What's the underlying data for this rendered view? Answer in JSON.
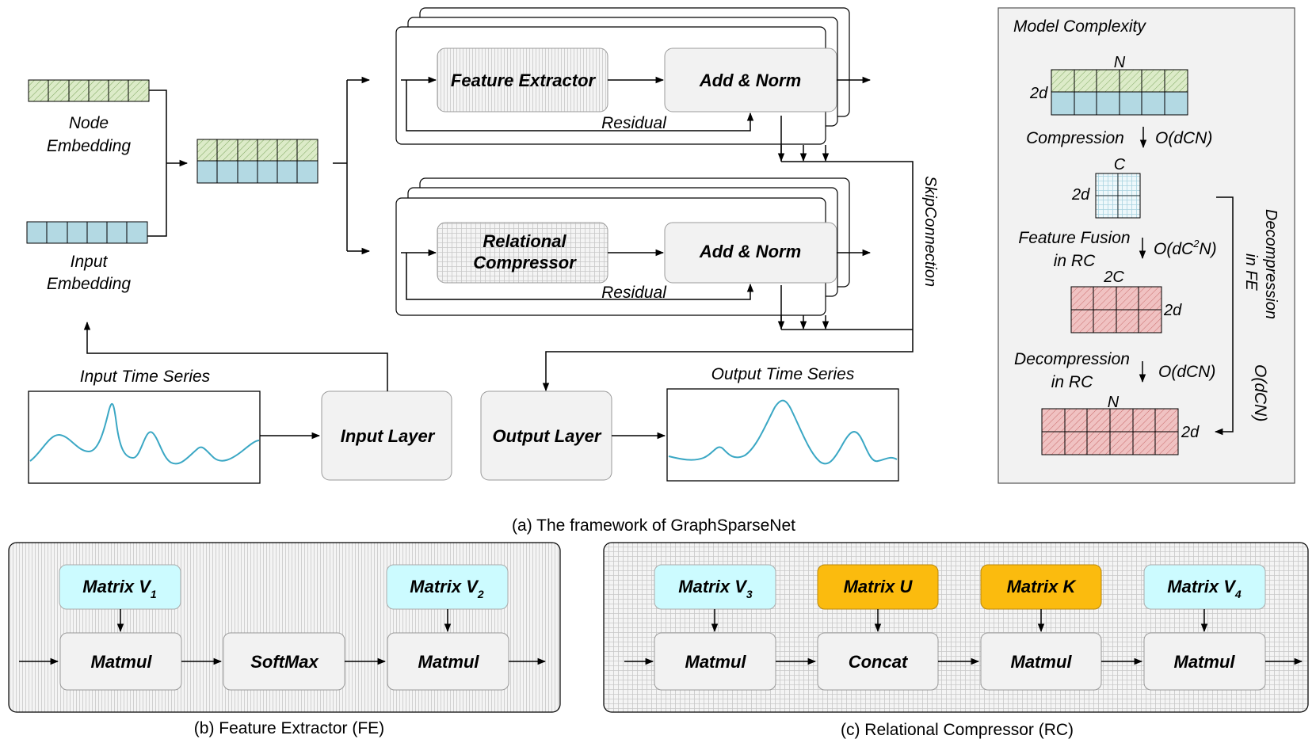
{
  "framework": {
    "node_embedding": [
      "Node",
      "Embedding"
    ],
    "input_embedding": [
      "Input",
      "Embedding"
    ],
    "feature_extractor": "Feature Extractor",
    "add_norm": "Add & Norm",
    "residual": "Residual",
    "relational_compressor": [
      "Relational",
      "Compressor"
    ],
    "skip_connection": "SkipConnection",
    "input_time_series": "Input Time Series",
    "output_time_series": "Output Time Series",
    "input_layer": "Input Layer",
    "output_layer": "Output Layer",
    "caption": "(a) The framework of GraphSparseNet"
  },
  "complexity": {
    "title": "Model Complexity",
    "n_top": "N",
    "two_d_top": "2d",
    "compression": "Compression",
    "compression_cost": "O(dCN)",
    "c_label": "C",
    "two_d_mid": "2d",
    "feature_fusion": [
      "Feature Fusion",
      "in RC"
    ],
    "feature_fusion_cost_pre": "O(dC",
    "feature_fusion_cost_sup": "2",
    "feature_fusion_cost_post": "N)",
    "two_c": "2C",
    "two_d_right": "2d",
    "decompression_rc": [
      "Decompression",
      "in RC"
    ],
    "decompression_rc_cost": "O(dCN)",
    "n_bottom": "N",
    "two_d_bottom": "2d",
    "decompression_fe": [
      "Decompression",
      "in FE"
    ],
    "decompression_fe_cost": "O(dCN)"
  },
  "fe_panel": {
    "matrix_v1": "Matrix V",
    "v1_sub": "1",
    "matrix_v2": "Matrix V",
    "v2_sub": "2",
    "matmul_1": "Matmul",
    "softmax": "SoftMax",
    "matmul_2": "Matmul",
    "caption": "(b) Feature Extractor (FE)"
  },
  "rc_panel": {
    "matrix_v3": "Matrix V",
    "v3_sub": "3",
    "matrix_u": "Matrix U",
    "matrix_k": "Matrix K",
    "matrix_v4": "Matrix V",
    "v4_sub": "4",
    "matmul_1": "Matmul",
    "concat": "Concat",
    "matmul_2": "Matmul",
    "matmul_3": "Matmul",
    "caption": "(c)  Relational Compressor (RC)"
  },
  "colors": {
    "green": "#dcebc8",
    "blue": "#b3d9e3",
    "pink": "#f0c2c2",
    "cyan": "#ccfbff",
    "orange": "#fbbb0e",
    "gray_box": "#f2f2f2",
    "panel_gray": "#f2f2f2",
    "curve": "#3aa7c4"
  }
}
